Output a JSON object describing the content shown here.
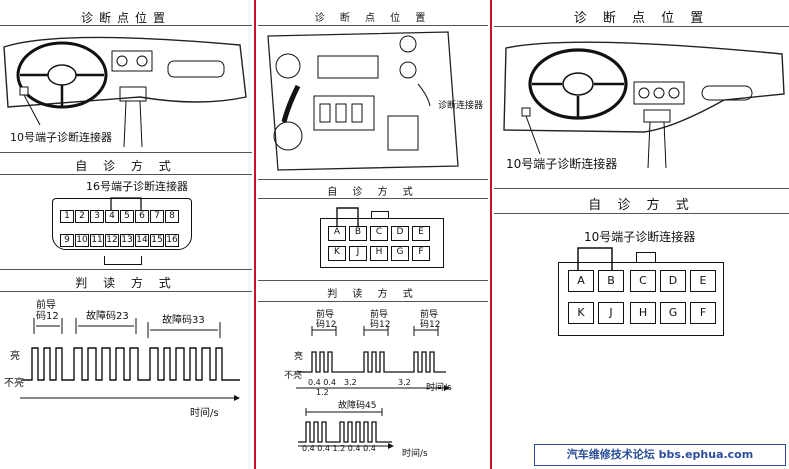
{
  "left": {
    "title_location": "诊断点位置",
    "connector_label": "10号端子诊断连接器",
    "title_self_diag": "自 诊 方 式",
    "connector16_label": "16号端子诊断连接器",
    "pins_top": [
      "1",
      "2",
      "3",
      "4",
      "5",
      "6",
      "7",
      "8"
    ],
    "pins_bottom": [
      "9",
      "10",
      "11",
      "12",
      "13",
      "14",
      "15",
      "16"
    ],
    "title_read": "判 读 方 式",
    "prefix_label": "前导",
    "prefix_code": "码12",
    "fault_code_23": "故障码23",
    "fault_code_33": "故障码33",
    "on_label": "亮",
    "off_label": "不亮",
    "time_label": "时间/s"
  },
  "middle": {
    "title_location": "诊 断 点 位 置",
    "connector_label": "诊断连接器",
    "title_self_diag": "自 诊 方 式",
    "pins_top": [
      "A",
      "B",
      "C",
      "D",
      "E"
    ],
    "pins_bottom": [
      "K",
      "J",
      "H",
      "G",
      "F"
    ],
    "title_read": "判 读 方 式",
    "prefix1": "前导",
    "code1": "码12",
    "prefix2": "前导",
    "code2": "码12",
    "prefix3": "前导",
    "code3": "码12",
    "on_label": "亮",
    "off_label": "不亮",
    "timing_1": "0.4 0.4",
    "timing_2": "1.2",
    "timing_3": "3.2",
    "timing_4": "3.2",
    "time_label": "时间/s",
    "fault_code_45": "故障码45",
    "timing_bottom": "0.4 0.4  1.2 0.4 0.4",
    "time_label_2": "时间/s"
  },
  "right": {
    "title_location": "诊 断 点 位 置",
    "connector_label": "10号端子诊断连接器",
    "title_self_diag": "自 诊 方 式",
    "connector_label_2": "10号端子诊断连接器",
    "pins_top": [
      "A",
      "B",
      "C",
      "D",
      "E"
    ],
    "pins_bottom": [
      "K",
      "J",
      "H",
      "G",
      "F"
    ]
  },
  "watermark": "汽车维修技术论坛 bbs.ephua.com",
  "colors": {
    "divider": "#c8102e",
    "watermark": "#2a4d9c"
  }
}
